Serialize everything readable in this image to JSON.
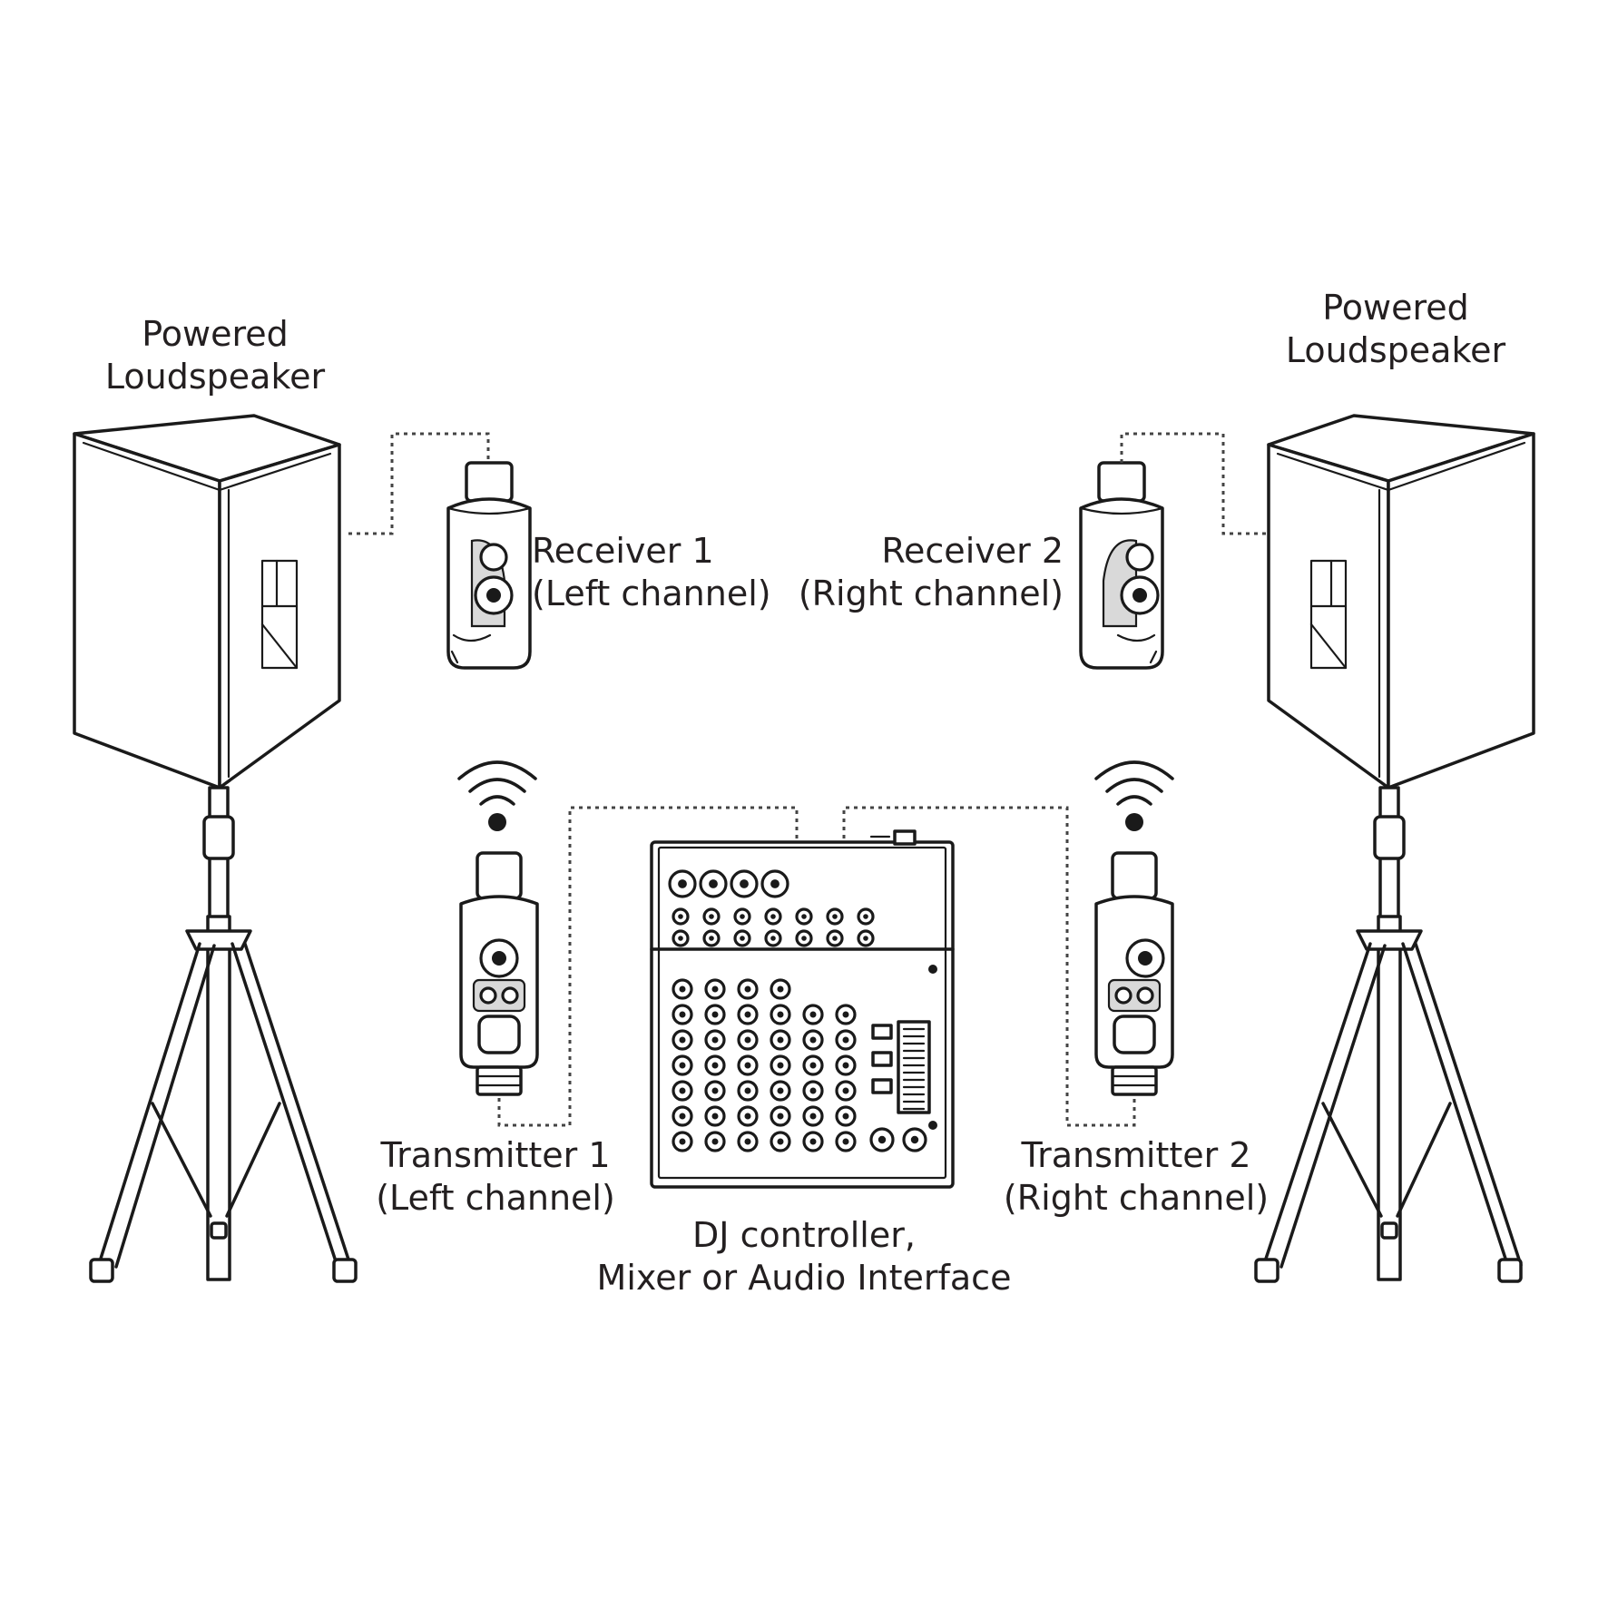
{
  "speakers": {
    "left": {
      "label_line1": "Powered",
      "label_line2": "Loudspeaker"
    },
    "right": {
      "label_line1": "Powered",
      "label_line2": "Loudspeaker"
    }
  },
  "receivers": {
    "r1": {
      "label_line1": "Receiver 1",
      "label_line2": "(Left channel)"
    },
    "r2": {
      "label_line1": "Receiver 2",
      "label_line2": "(Right channel)"
    }
  },
  "transmitters": {
    "t1": {
      "label_line1": "Transmitter 1",
      "label_line2": "(Left channel)"
    },
    "t2": {
      "label_line1": "Transmitter 2",
      "label_line2": "(Right channel)"
    }
  },
  "mixer": {
    "label_line1": "DJ controller,",
    "label_line2": "Mixer or Audio Interface"
  },
  "colors": {
    "line": "#1a1a1a",
    "text": "#231f20",
    "background": "#ffffff"
  }
}
